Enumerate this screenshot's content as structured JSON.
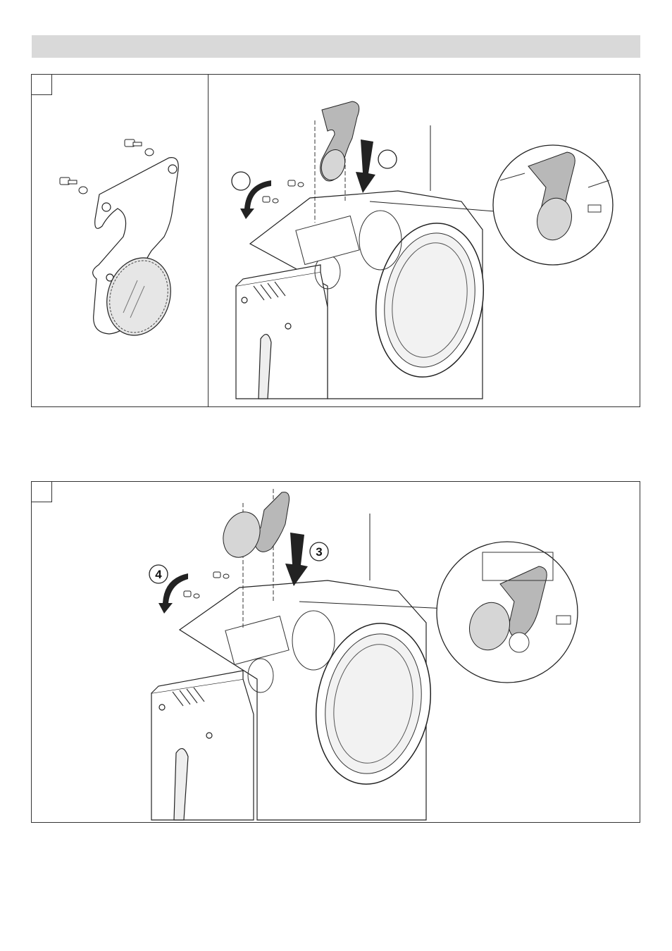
{
  "header": {
    "title": ""
  },
  "panels": [
    {
      "id": "a",
      "corner_label": ""
    },
    {
      "id": "b",
      "corner_label": ""
    }
  ],
  "steps": {
    "step_1": "",
    "step_2": "",
    "step_3": "3",
    "step_4": "4"
  },
  "colors": {
    "header_bg": "#d9d9d9",
    "frame": "#333333",
    "filter_fill": "#d6d6d6",
    "bracket_fill": "#b8b8b8"
  }
}
